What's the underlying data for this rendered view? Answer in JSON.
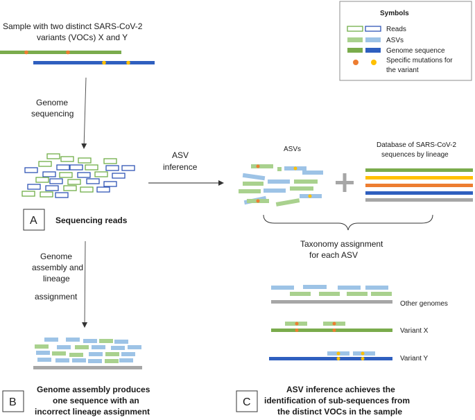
{
  "colors": {
    "green_fill": "#7aab4c",
    "green_light": "#a9d18e",
    "blue_fill": "#2f5fbf",
    "blue_light": "#9dc3e6",
    "read_green": "#70ad47",
    "read_blue": "#2f54b5",
    "orange": "#ed7d31",
    "yellow": "#ffc000",
    "grey": "#8c8c8c"
  },
  "symbols": {
    "title": "Symbols",
    "reads": "Reads",
    "asvs": "ASVs",
    "genome": "Genome sequence",
    "mutations_line1": "Specific mutations for",
    "mutations_line2": "the variant"
  },
  "sample": {
    "line1": "Sample with two distinct SARS-CoV-2",
    "line2": "variants (VOCs) X and Y"
  },
  "genome_sequencing": {
    "line1": "Genome",
    "line2": "sequencing"
  },
  "asv_inference": {
    "line1": "ASV",
    "line2": "inference"
  },
  "panel_a": {
    "letter": "A",
    "label": "Sequencing reads"
  },
  "asvs_label": "ASVs",
  "database": {
    "line1": "Database of SARS-CoV-2",
    "line2": "sequences by lineage"
  },
  "taxonomy": {
    "line1": "Taxonomy assignment",
    "line2": "for each ASV"
  },
  "assembly": {
    "line1": "Genome",
    "line2": "assembly and",
    "line3": "lineage",
    "line4": "assignment"
  },
  "genomes": {
    "other": "Other genomes",
    "variant_x": "Variant X",
    "variant_y": "Variant Y"
  },
  "panel_b": {
    "letter": "B",
    "line1": "Genome assembly produces",
    "line2": "one sequence with an",
    "line3": "incorrect lineage assignment"
  },
  "panel_c": {
    "letter": "C",
    "line1": "ASV inference achieves the",
    "line2": "identification of sub-sequences from",
    "line3": "the distinct VOCs in the sample"
  }
}
